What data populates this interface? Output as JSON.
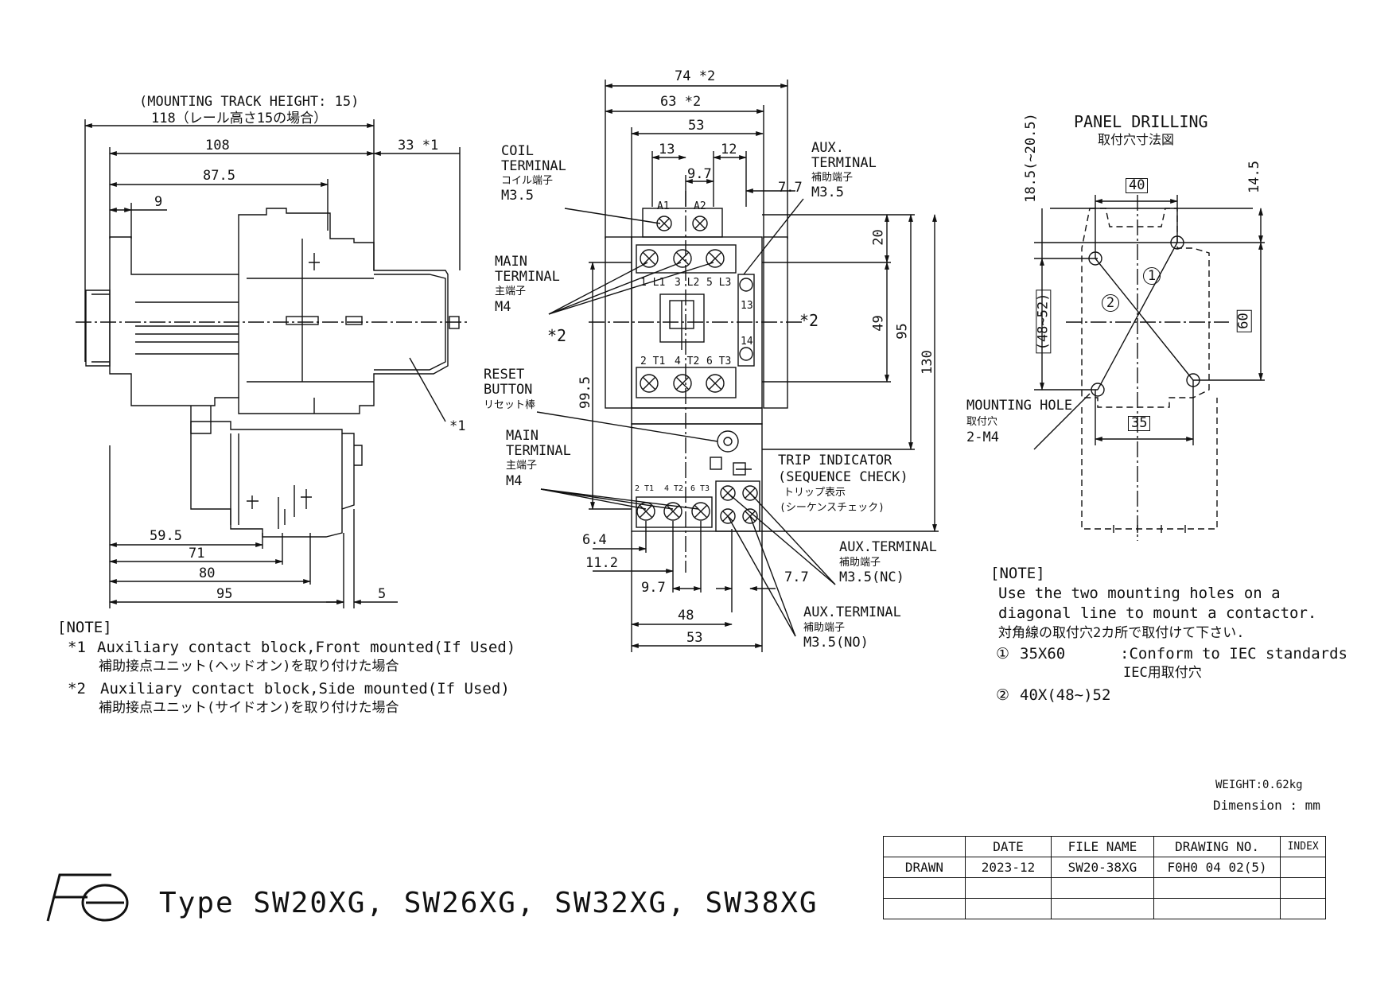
{
  "side_view": {
    "mounting_track_height": "(MOUNTING TRACK HEIGHT: 15)",
    "dim_118": "118（レール高さ15の場合）",
    "dim_108": "108",
    "dim_33": "33 *1",
    "dim_87_5": "87.5",
    "dim_9": "9",
    "star1_label": "*1",
    "dim_59_5": "59.5",
    "dim_71": "71",
    "dim_80": "80",
    "dim_95": "95",
    "dim_5": "5"
  },
  "front_view": {
    "dim_74": "74 *2",
    "dim_63": "63 *2",
    "dim_53_top": "53",
    "dim_13": "13",
    "dim_12": "12",
    "dim_9_7_top": "9.7",
    "dim_7_7_top": "7.7",
    "dim_20": "20",
    "dim_49": "49",
    "dim_95": "95",
    "dim_130": "130",
    "dim_99_5": "99.5",
    "star2_left": "*2",
    "star2_right": "*2",
    "coil_terminal": [
      "COIL",
      "TERMINAL",
      "コイル端子",
      "M3.5"
    ],
    "aux_terminal_top": [
      "AUX.",
      "TERMINAL",
      "補助端子",
      "M3.5"
    ],
    "main_terminal_top": [
      "MAIN",
      "TERMINAL",
      "主端子",
      "M4"
    ],
    "reset_button": [
      "RESET",
      "BUTTON",
      "リセット棒"
    ],
    "main_terminal_bottom": [
      "MAIN",
      "TERMINAL",
      "主端子",
      "M4"
    ],
    "trip_indicator": [
      "TRIP INDICATOR",
      "(SEQUENCE CHECK)",
      "トリップ表示",
      "(シーケンスチェック)"
    ],
    "aux_terminal_nc": [
      "AUX.TERMINAL",
      "補助端子",
      "M3.5(NC)"
    ],
    "aux_terminal_no": [
      "AUX.TERMINAL",
      "補助端子",
      "M3.5(NO)"
    ],
    "terminal_labels": [
      "A1",
      "A2",
      "1 L1",
      "3 L2",
      "5 L3",
      "2 T1",
      "4 T2",
      "6 T3",
      "13",
      "14",
      "2 T1",
      "4 T2",
      "6 T3"
    ],
    "dim_6_4": "6.4",
    "dim_11_2": "11.2",
    "dim_9_7_bottom": "9.7",
    "dim_7_7_bottom": "7.7",
    "dim_48": "48",
    "dim_53_bottom": "53"
  },
  "panel_drilling": {
    "title": "PANEL DRILLING",
    "title_jp": "取付穴寸法図",
    "dim_40": "40",
    "dim_14_5": "14.5",
    "dim_18_5": "18.5(~20.5)",
    "dim_48_52": "(48~52)",
    "dim_60": "60",
    "dim_35": "35",
    "circle_1": "1",
    "circle_2": "2",
    "mounting_hole": [
      "MOUNTING HOLE",
      "取付穴",
      "2-M4"
    ]
  },
  "note_right": {
    "heading": "[NOTE]",
    "line1": "Use the two mounting holes on a",
    "line2": "diagonal line to mount a contactor.",
    "line3": "対角線の取付穴2カ所で取付けて下さい.",
    "opt1_num": "①",
    "opt1_value": "35X60",
    "opt1_desc": ":Conform to IEC standards",
    "opt1_desc_jp": "IEC用取付穴",
    "opt2_num": "②",
    "opt2_value": "40X(48~)52"
  },
  "note_left": {
    "heading": "[NOTE]",
    "n1_mark": "*1",
    "n1_text": "Auxiliary contact block,Front mounted(If Used)",
    "n1_jp": "補助接点ユニット(ヘッドオン)を取り付けた場合",
    "n2_mark": "*2",
    "n2_text": "Auxiliary contact block,Side mounted(If Used)",
    "n2_jp": "補助接点ユニット(サイドオン)を取り付けた場合"
  },
  "weight": "WEIGHT:0.62kg",
  "dimension_unit": "Dimension : mm",
  "logo_text": "Fe",
  "type_title": "Type SW20XG, SW26XG, SW32XG, SW38XG",
  "title_block": {
    "headers": [
      "",
      "DATE",
      "FILE NAME",
      "DRAWING NO.",
      "INDEX"
    ],
    "row1": [
      "DRAWN",
      "2023-12",
      "SW20-38XG",
      "F0H0 04 02(5)",
      ""
    ]
  }
}
